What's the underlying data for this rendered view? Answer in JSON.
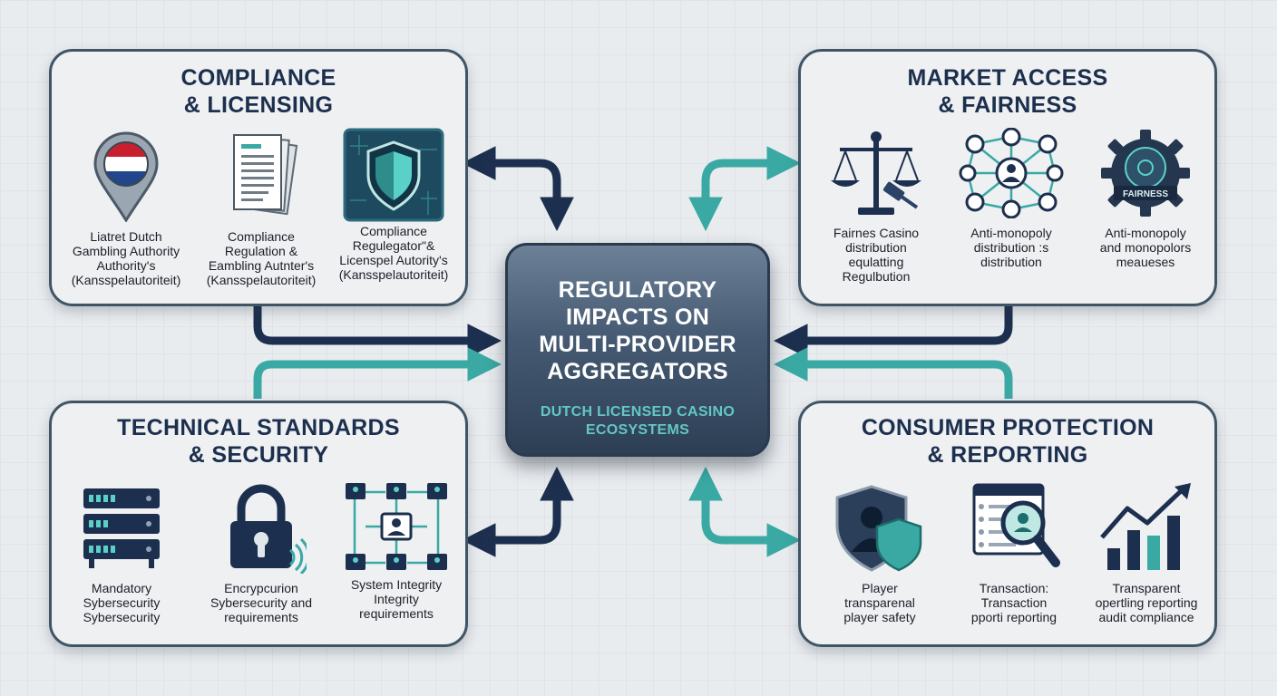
{
  "center": {
    "title_lines": [
      "REGULATORY",
      "IMPACTS ON",
      "MULTI-PROVIDER",
      "AGGREGATORS"
    ],
    "subtitle_lines": [
      "DUTCH LICENSED CASINO",
      "ECOSYSTEMS"
    ]
  },
  "panels": {
    "compliance": {
      "title_lines": [
        "COMPLIANCE",
        "& LICENSING"
      ],
      "items": [
        {
          "icon": "netherlands-location-pin-icon",
          "lines": [
            "Liatret Dutch",
            "Gambling Authority",
            "Authority's",
            "(Kansspelautoriteit)"
          ]
        },
        {
          "icon": "regulation-documents-icon",
          "lines": [
            "Compliance",
            "Regulation &",
            "Eambling Autnter's",
            "(Kansspelautoriteit)"
          ]
        },
        {
          "icon": "security-shield-icon",
          "lines": [
            "Compliance",
            "Regulegatorʺ&",
            "Licenspel Autority's",
            "(Kansspelautoriteit)"
          ]
        }
      ]
    },
    "market": {
      "title_lines": [
        "MARKET ACCESS",
        "& FAIRNESS"
      ],
      "items": [
        {
          "icon": "scales-gavel-icon",
          "lines": [
            "Fairnes Casino",
            "distribution",
            "equlatting",
            "Regulbution"
          ]
        },
        {
          "icon": "network-users-icon",
          "lines": [
            "Anti-monopoly",
            "distribution :s",
            "distribution"
          ]
        },
        {
          "icon": "fairness-gear-icon",
          "badge": "FAIRNESS",
          "lines": [
            "Anti-monopoly",
            "and monopolors",
            "meaueses"
          ]
        }
      ]
    },
    "technical": {
      "title_lines": [
        "TECHNICAL STANDARDS",
        "& SECURITY"
      ],
      "items": [
        {
          "icon": "server-rack-icon",
          "lines": [
            "Mandatory",
            "Sybersecurity",
            "Sybersecurity"
          ]
        },
        {
          "icon": "padlock-icon",
          "lines": [
            "Encrypcurion",
            "Sybersecurity and",
            "requirements"
          ]
        },
        {
          "icon": "system-integrity-flow-icon",
          "lines": [
            "System Integrity",
            "Integrity",
            "requirements"
          ]
        }
      ]
    },
    "consumer": {
      "title_lines": [
        "CONSUMER PROTECTION",
        "& REPORTING"
      ],
      "items": [
        {
          "icon": "player-shield-icon",
          "lines": [
            "Player",
            "transparenal",
            "player safety"
          ]
        },
        {
          "icon": "transaction-magnifier-icon",
          "lines": [
            "Transaction:",
            "Transaction",
            "pporti reporting"
          ]
        },
        {
          "icon": "growth-chart-icon",
          "lines": [
            "Transparent",
            "opertling reporting",
            "audit compliance"
          ]
        }
      ]
    }
  },
  "colors": {
    "navy": "#1d2f4e",
    "teal": "#3aa9a4",
    "panel_border": "#3f5566",
    "panel_bg": "#eef0f2"
  }
}
